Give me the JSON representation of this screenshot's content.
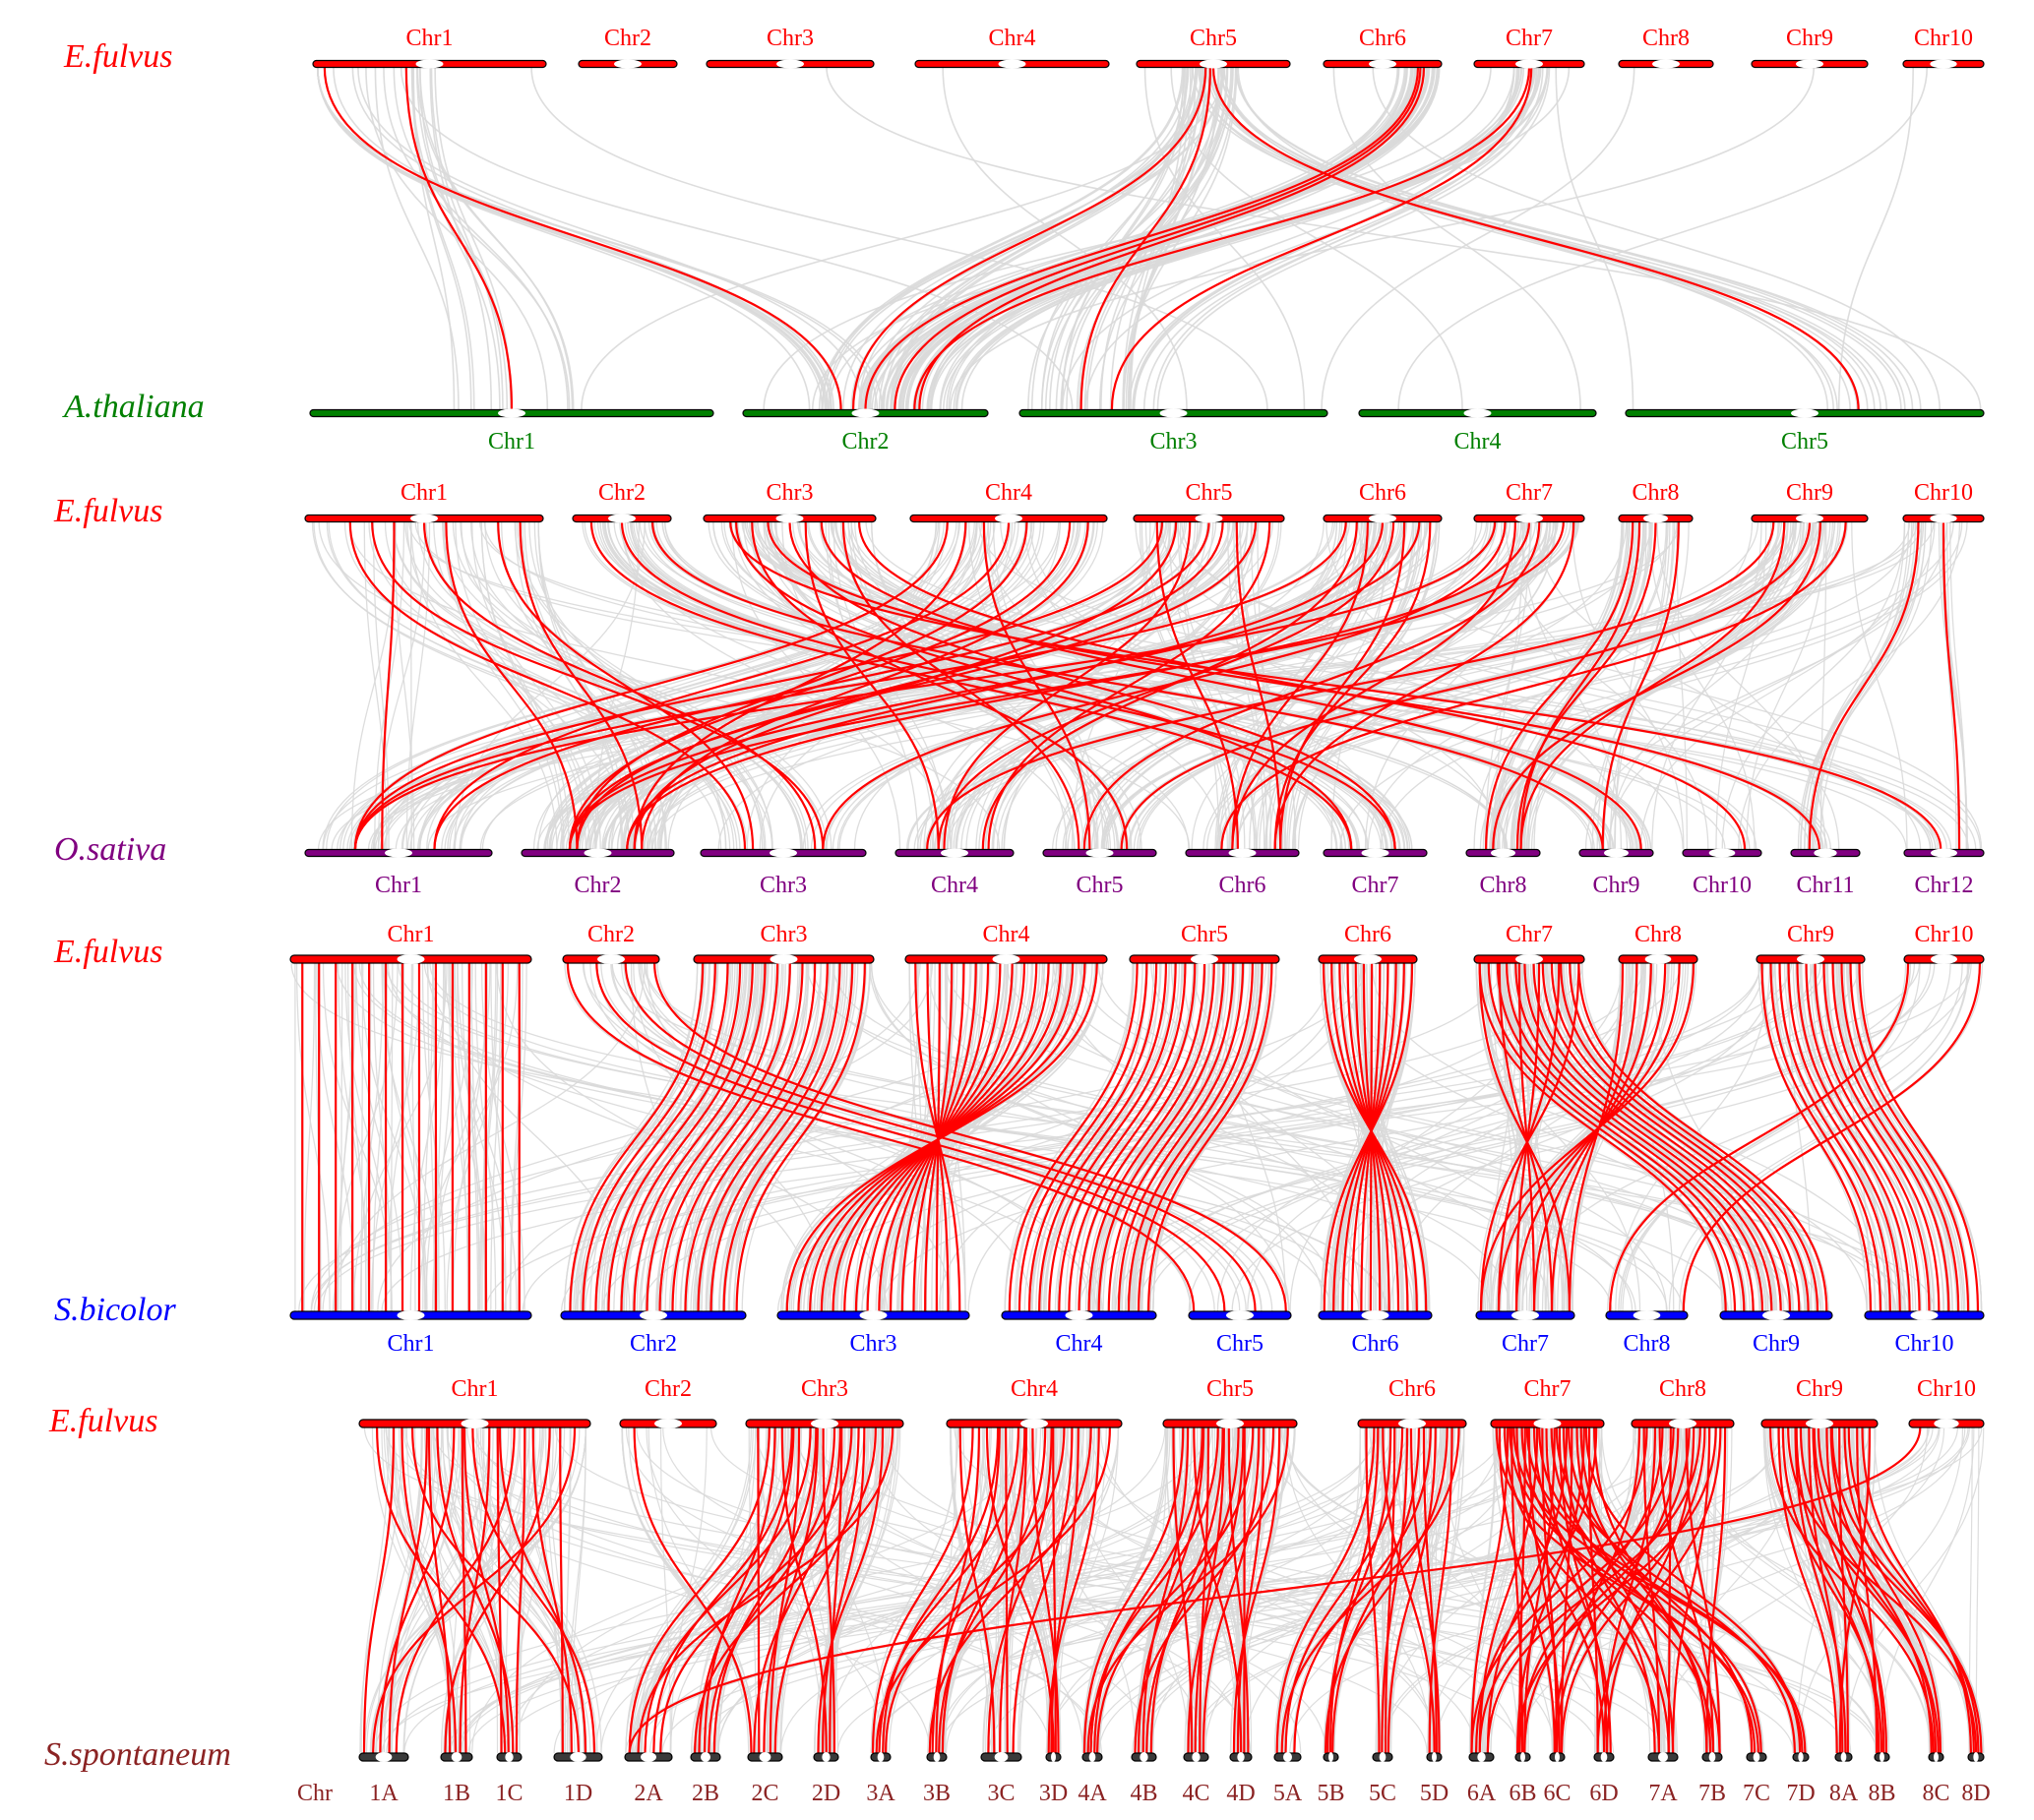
{
  "colors": {
    "highlight_link": "#ff0000",
    "background_link": "#d9d9d9",
    "e_fulvus": "#ff0000",
    "a_thaliana": "#008000",
    "o_sativa": "#800080",
    "s_bicolor": "#0000ff",
    "s_spontaneum": "#8b2323"
  },
  "panels": [
    {
      "top": {
        "species": "E.fulvus",
        "chromosomes": [
          "Chr1",
          "Chr2",
          "Chr3",
          "Chr4",
          "Chr5",
          "Chr6",
          "Chr7",
          "Chr8",
          "Chr9",
          "Chr10"
        ]
      },
      "bottom": {
        "species": "A.thaliana",
        "chromosomes": [
          "Chr1",
          "Chr2",
          "Chr3",
          "Chr4",
          "Chr5"
        ]
      }
    },
    {
      "top": {
        "species": "E.fulvus",
        "chromosomes": [
          "Chr1",
          "Chr2",
          "Chr3",
          "Chr4",
          "Chr5",
          "Chr6",
          "Chr7",
          "Chr8",
          "Chr9",
          "Chr10"
        ]
      },
      "bottom": {
        "species": "O.sativa",
        "chromosomes": [
          "Chr1",
          "Chr2",
          "Chr3",
          "Chr4",
          "Chr5",
          "Chr6",
          "Chr7",
          "Chr8",
          "Chr9",
          "Chr10",
          "Chr11",
          "Chr12"
        ]
      }
    },
    {
      "top": {
        "species": "E.fulvus",
        "chromosomes": [
          "Chr1",
          "Chr2",
          "Chr3",
          "Chr4",
          "Chr5",
          "Chr6",
          "Chr7",
          "Chr8",
          "Chr9",
          "Chr10"
        ]
      },
      "bottom": {
        "species": "S.bicolor",
        "chromosomes": [
          "Chr1",
          "Chr2",
          "Chr3",
          "Chr4",
          "Chr5",
          "Chr6",
          "Chr7",
          "Chr8",
          "Chr9",
          "Chr10"
        ]
      }
    },
    {
      "top": {
        "species": "E.fulvus",
        "chromosomes": [
          "Chr1",
          "Chr2",
          "Chr3",
          "Chr4",
          "Chr5",
          "Chr6",
          "Chr7",
          "Chr8",
          "Chr9",
          "Chr10"
        ]
      },
      "bottom": {
        "species": "S.spontaneum",
        "prefix": "Chr",
        "chromosomes": [
          "1A",
          "1B",
          "1C",
          "1D",
          "2A",
          "2B",
          "2C",
          "2D",
          "3A",
          "3B",
          "3C",
          "3D",
          "4A",
          "4B",
          "4C",
          "4D",
          "5A",
          "5B",
          "5C",
          "5D",
          "6A",
          "6B",
          "6C",
          "6D",
          "7A",
          "7B",
          "7C",
          "7D",
          "8A",
          "8B",
          "8C",
          "8D"
        ]
      }
    }
  ]
}
